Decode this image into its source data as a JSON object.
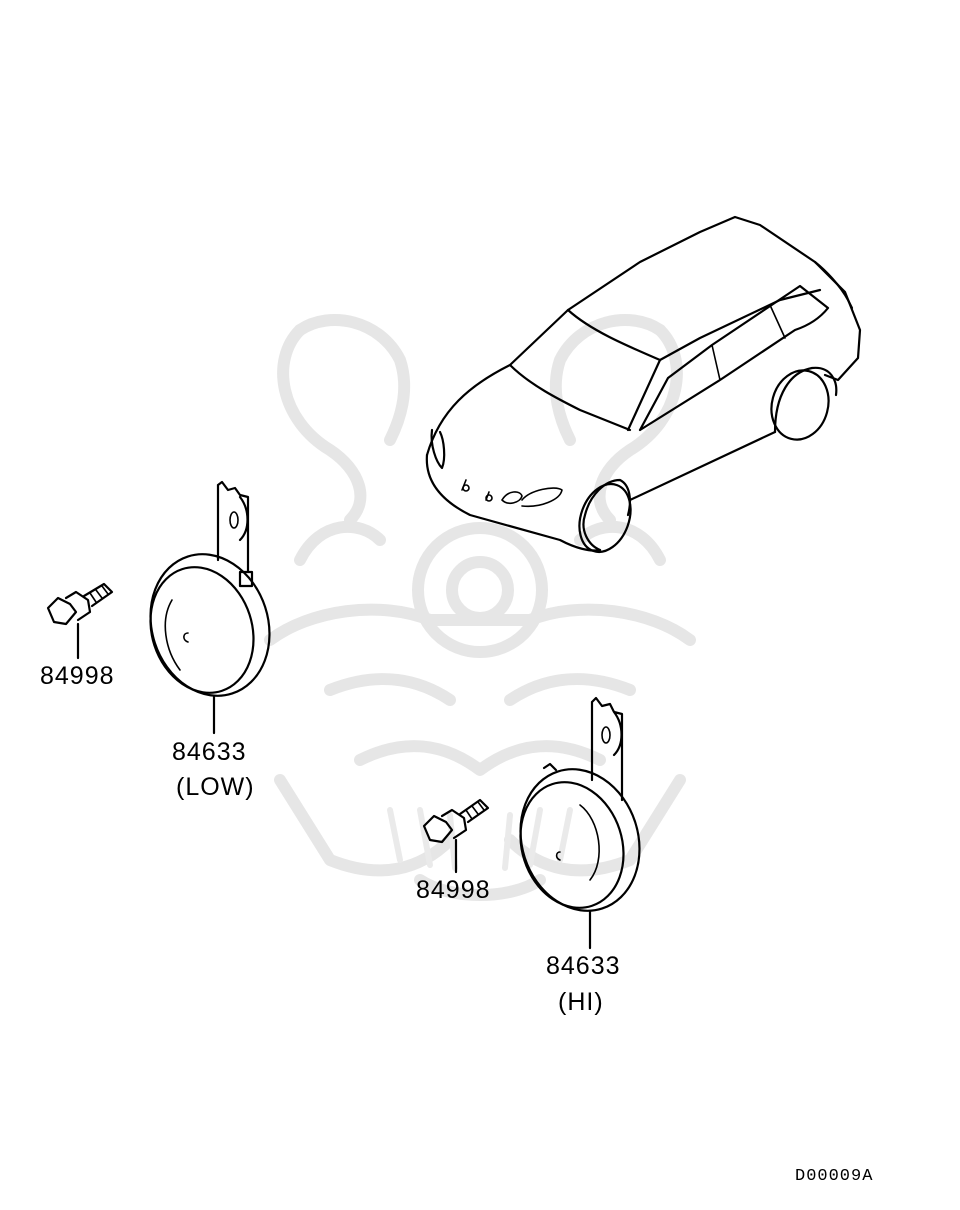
{
  "callouts": {
    "bolt_left": {
      "part_number": "84998"
    },
    "horn_low": {
      "part_number": "84633",
      "variant": "(LOW)"
    },
    "bolt_right": {
      "part_number": "84998"
    },
    "horn_hi": {
      "part_number": "84633",
      "variant": "(HI)"
    }
  },
  "diagram_code": "D00009A"
}
